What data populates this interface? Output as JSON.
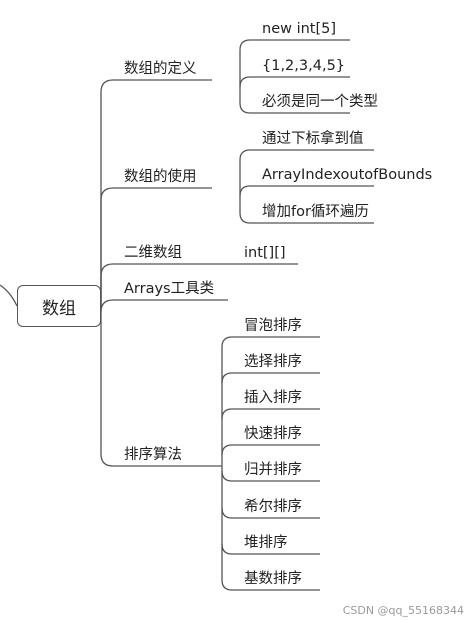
{
  "diagram": {
    "root": "数组",
    "branches": [
      {
        "label": "数组的定义",
        "children": [
          "new int[5]",
          "{1,2,3,4,5}",
          "必须是同一个类型"
        ]
      },
      {
        "label": "数组的使用",
        "children": [
          "通过下标拿到值",
          "ArrayIndexoutofBounds",
          "增加for循环遍历"
        ]
      },
      {
        "label": "二维数组",
        "children": [
          "int[][]"
        ]
      },
      {
        "label": "Arrays工具类",
        "children": []
      },
      {
        "label": "排序算法",
        "children": [
          "冒泡排序",
          "选择排序",
          "插入排序",
          "快速排序",
          "归并排序",
          "希尔排序",
          "堆排序",
          "基数排序"
        ]
      }
    ],
    "line_color": "#555555"
  },
  "watermark": "CSDN @qq_55168344"
}
